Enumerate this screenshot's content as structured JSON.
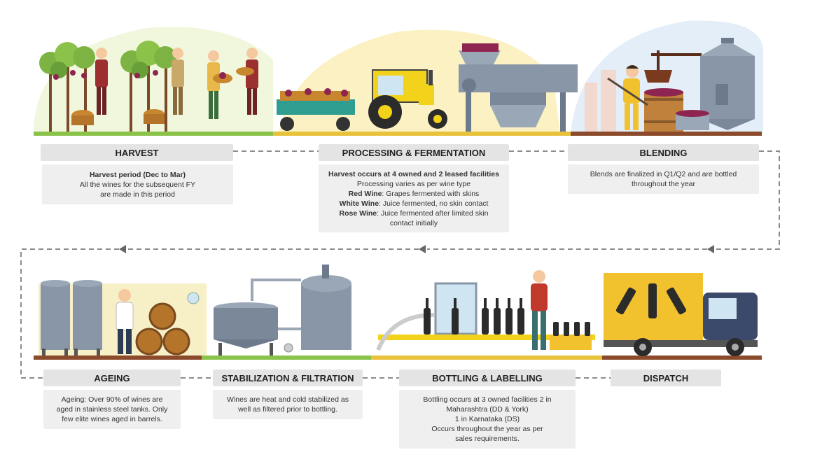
{
  "stages": {
    "harvest": {
      "title": "HARVEST",
      "line1": "Harvest period (Dec to Mar)",
      "line2": "All the wines for the subsequent FY",
      "line3": "are made in this period"
    },
    "processing": {
      "title": "PROCESSING & FERMENTATION",
      "line1": "Harvest occurs at 4 owned and 2 leased facilities",
      "line2": "Processing varies as per wine type",
      "red_label": "Red Wine",
      "red_text": ": Grapes fermented with skins",
      "white_label": "White Wine",
      "white_text": ": Juice fermented, no skin contact",
      "rose_label": "Rose Wine",
      "rose_text": ": Juice fermented after limited skin",
      "rose_text2": "contact initially"
    },
    "blending": {
      "title": "BLENDING",
      "line1": "Blends are finalized in Q1/Q2 and are bottled",
      "line2": "throughout the year"
    },
    "ageing": {
      "title": "AGEING",
      "line1": "Ageing: Over 90% of wines are",
      "line2": "aged in stainless steel tanks. Only",
      "line3": "few elite wines aged in barrels."
    },
    "stabilization": {
      "title": "STABILIZATION & FILTRATION",
      "line1": "Wines are heat and cold stabilized as",
      "line2": "well as filtered prior to bottling."
    },
    "bottling": {
      "title": "BOTTLING & LABELLING",
      "line1": "Bottling occurs at 3 owned facilities 2 in",
      "line2": "Maharashtra (DD & York)",
      "line3": "1 in Karnataka (DS)",
      "line4": "Occurs throughout the year as per",
      "line5": "sales requirements."
    },
    "dispatch": {
      "title": "DISPATCH"
    }
  },
  "colors": {
    "ground_harvest": "#8bc34a",
    "ground_processing": "#e8c23a",
    "ground_blending": "#8b4a2b",
    "label_bg": "#e4e4e4",
    "desc_bg": "#efefef",
    "connector": "#666666"
  },
  "icons": [
    "grape-vine-icon",
    "farmer-icon",
    "tractor-icon",
    "crusher-machine-icon",
    "wine-press-icon",
    "steel-tank-icon",
    "wine-barrel-icon",
    "bottling-line-icon",
    "delivery-truck-icon",
    "arrow-left-icon"
  ]
}
